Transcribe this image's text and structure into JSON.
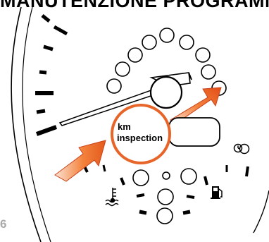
{
  "header": {
    "title": "MANUTENZIONE PROGRAMMATA"
  },
  "display": {
    "line1": "km",
    "line2": "inspection"
  },
  "page_number": "6",
  "colors": {
    "accent_orange": "#f2702a",
    "accent_orange_dark": "#c9421a",
    "ink": "#000000",
    "page_number": "#a9a9a9"
  },
  "icons": [
    "coolant-temperature-icon",
    "fuel-pump-icon",
    "clock-icon",
    "service-indicator-icon"
  ]
}
